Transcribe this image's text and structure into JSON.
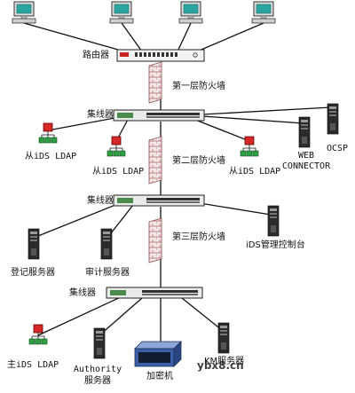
{
  "labels": {
    "router": "路由器",
    "firewall_1": "第一层防火墙",
    "firewall_2": "第二层防火墙",
    "firewall_3": "第三层防火墙",
    "hub": "集线器",
    "slave_ldap": "从iDS LDAP",
    "web_connector_line1": "WEB",
    "web_connector_line2": "CONNECTOR",
    "ocsp": "OCSP",
    "ids_console": "iDS管理控制台",
    "reg_server": "登记服务器",
    "audit_server": "审计服务器",
    "master_ldap": "主iDS LDAP",
    "authority_line1": "Authority",
    "authority_line2": "服务器",
    "encryptor": "加密机",
    "km_server": "KM服务器",
    "watermark": "ybx8.cn"
  },
  "colors": {
    "line": "#111111",
    "ldap_red": "#d62828",
    "ldap_green": "#2ea043",
    "hub_body": "#e9ece9",
    "router_body": "#f2f2f2",
    "firewall_fill": "#efe2e2",
    "firewall_brick": "#b76b6b",
    "server_dark": "#2b2b2b",
    "encryptor_blue": "#3a5fa8"
  }
}
